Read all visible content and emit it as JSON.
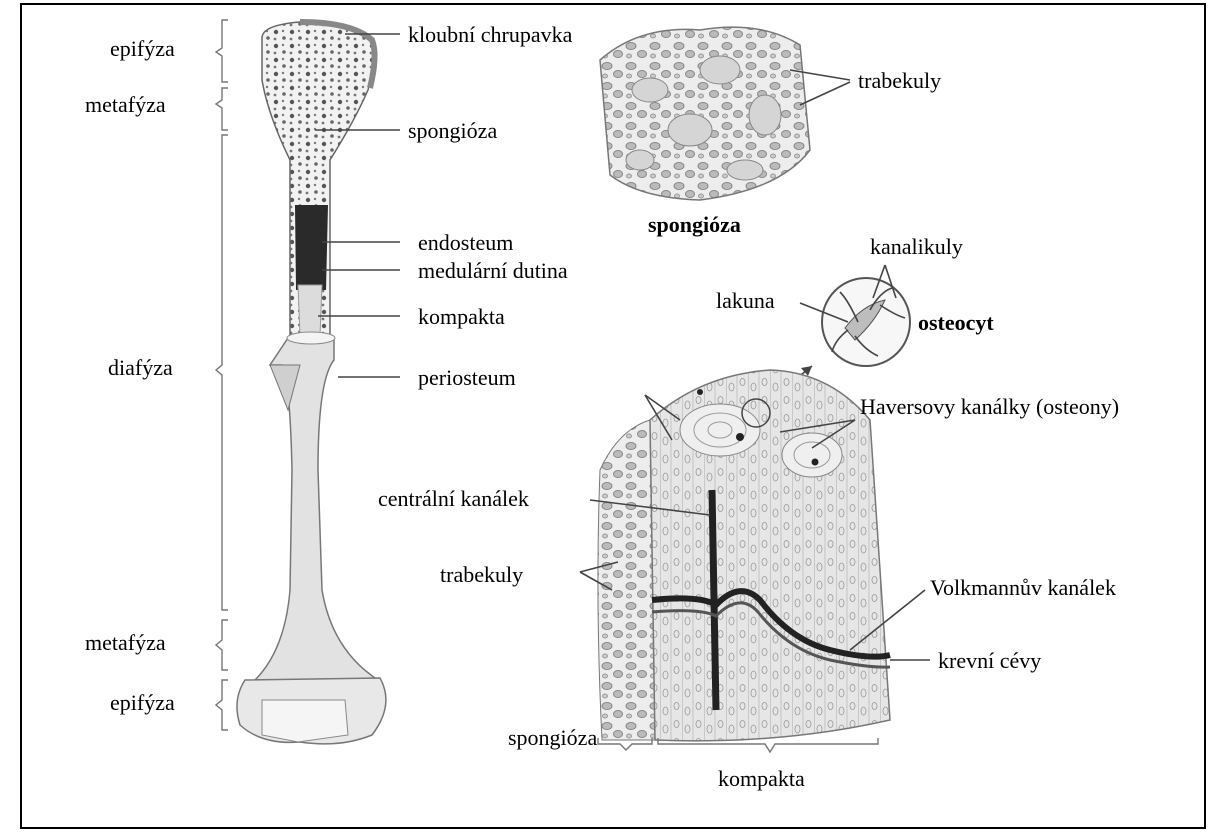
{
  "bone_regions": {
    "epiphysis_top": "epifýza",
    "metaphysis_top": "metafýza",
    "diaphysis": "diafýza",
    "metaphysis_bottom": "metafýza",
    "epiphysis_bottom": "epifýza"
  },
  "bone_labels": {
    "articular_cartilage": "kloubní chrupavka",
    "spongy_bone": "spongióza",
    "endosteum": "endosteum",
    "medullary_cavity": "medulární dutina",
    "compact_bone": "kompakta",
    "periosteum": "periosteum"
  },
  "spongy_inset": {
    "trabeculae": "trabekuly",
    "caption": "spongióza"
  },
  "osteocyte_inset": {
    "canaliculi": "kanalikuly",
    "lacuna": "lakuna",
    "caption": "osteocyt"
  },
  "compact_section": {
    "haversian_canals": "Haversovy kanálky (osteony)",
    "central_canal": "centrální kanálek",
    "trabeculae": "trabekuly",
    "volkmann_canal": "Volkmannův kanálek",
    "blood_vessels": "krevní cévy",
    "spongy_bone": "spongióza",
    "compact_bone": "kompakta"
  }
}
